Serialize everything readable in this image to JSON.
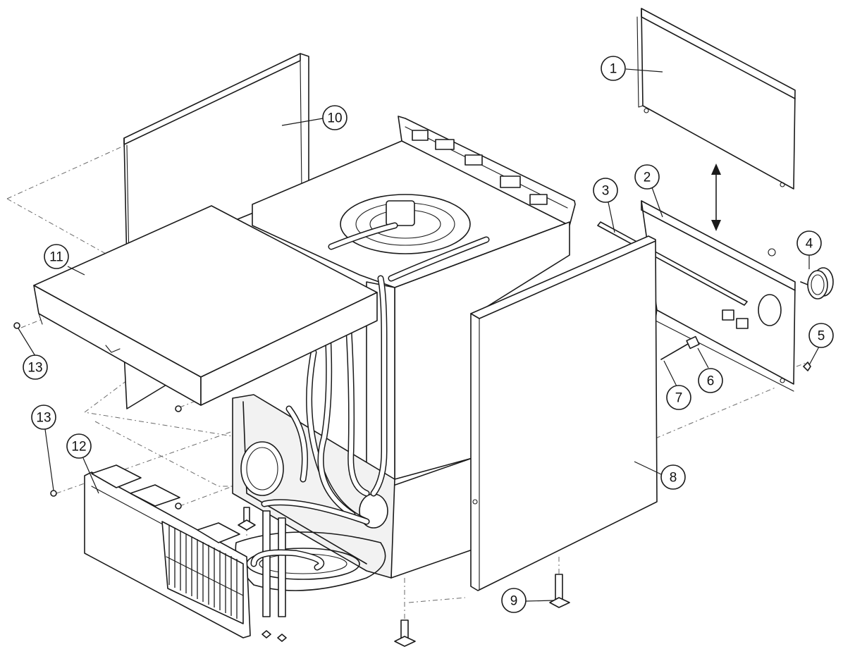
{
  "diagram": {
    "callouts": [
      {
        "id": "c1",
        "label": "1"
      },
      {
        "id": "c2",
        "label": "2"
      },
      {
        "id": "c3",
        "label": "3"
      },
      {
        "id": "c4",
        "label": "4"
      },
      {
        "id": "c5",
        "label": "5"
      },
      {
        "id": "c6",
        "label": "6"
      },
      {
        "id": "c7",
        "label": "7"
      },
      {
        "id": "c8",
        "label": "8"
      },
      {
        "id": "c9",
        "label": "9"
      },
      {
        "id": "c10",
        "label": "10"
      },
      {
        "id": "c11",
        "label": "11"
      },
      {
        "id": "c12",
        "label": "12"
      },
      {
        "id": "c13a",
        "label": "13"
      },
      {
        "id": "c13b",
        "label": "13"
      }
    ],
    "colors": {
      "line": "#1a1a1a",
      "panel_fill": "#ffffff",
      "construction_line": "#6a6a6a"
    }
  }
}
